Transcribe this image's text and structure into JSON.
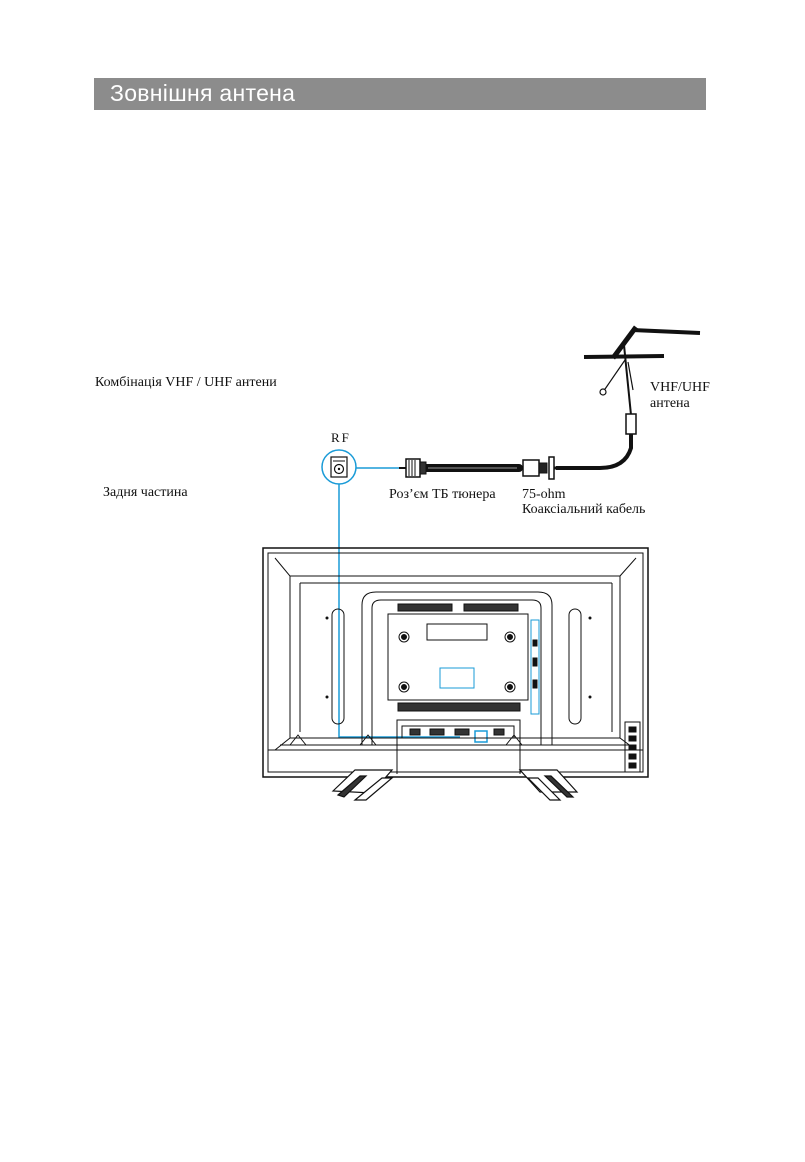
{
  "section": {
    "title": "Зовнішня антена"
  },
  "labels": {
    "combination": "Комбінація VHF / UHF антени",
    "rear": "Задня частина",
    "rf": "RF",
    "tuner_jack": "Роз’єм ТБ тюнера",
    "cable_line1": "75-ohm",
    "cable_line2": "Коаксіальний кабель",
    "antenna_line1": "VHF/UHF",
    "antenna_line2": "антена"
  },
  "colors": {
    "header_bar": "#8c8c8c",
    "highlight": "#1a9bd7",
    "line": "#111111"
  }
}
